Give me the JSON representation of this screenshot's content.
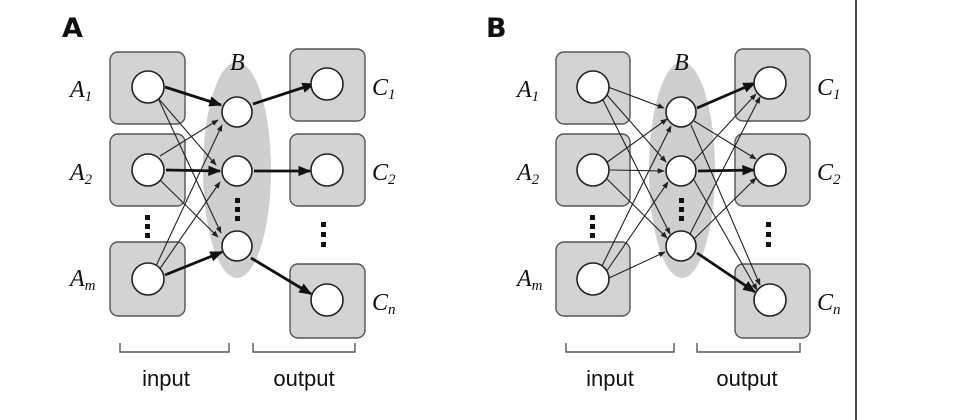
{
  "panels": [
    {
      "letter": "A",
      "hidden_label": "B",
      "inputs": [
        {
          "base": "A",
          "sub": "1"
        },
        {
          "base": "A",
          "sub": "2"
        },
        {
          "base": "A",
          "sub": "m"
        }
      ],
      "outputs": [
        {
          "base": "C",
          "sub": "1"
        },
        {
          "base": "C",
          "sub": "2"
        },
        {
          "base": "C",
          "sub": "n"
        }
      ],
      "caption_input": "input",
      "caption_output": "output"
    },
    {
      "letter": "B",
      "hidden_label": "B",
      "inputs": [
        {
          "base": "A",
          "sub": "1"
        },
        {
          "base": "A",
          "sub": "2"
        },
        {
          "base": "A",
          "sub": "m"
        }
      ],
      "outputs": [
        {
          "base": "C",
          "sub": "1"
        },
        {
          "base": "C",
          "sub": "2"
        },
        {
          "base": "C",
          "sub": "n"
        }
      ],
      "caption_input": "input",
      "caption_output": "output"
    }
  ],
  "colors": {
    "box_fill": "#d3d3d3",
    "hidden_pool": "#cfcfcf",
    "line": "#222222"
  }
}
